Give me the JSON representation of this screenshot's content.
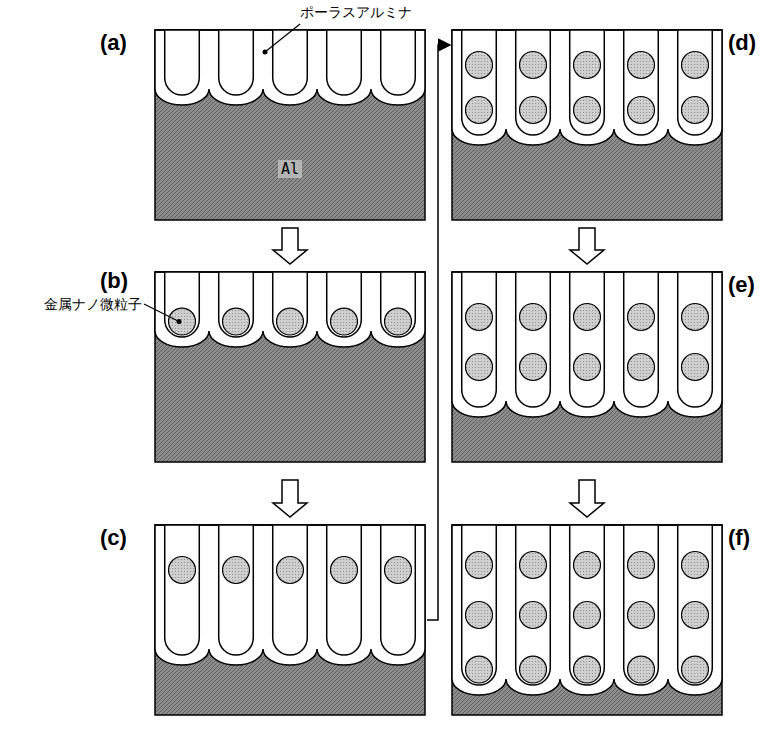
{
  "diagram": {
    "labels": [
      "ポーラスアルミナ",
      "(a)",
      "Al",
      "(b)",
      "金属ナノ微粒子",
      "(c)",
      "(d)",
      "(e)",
      "(f)"
    ]
  }
}
